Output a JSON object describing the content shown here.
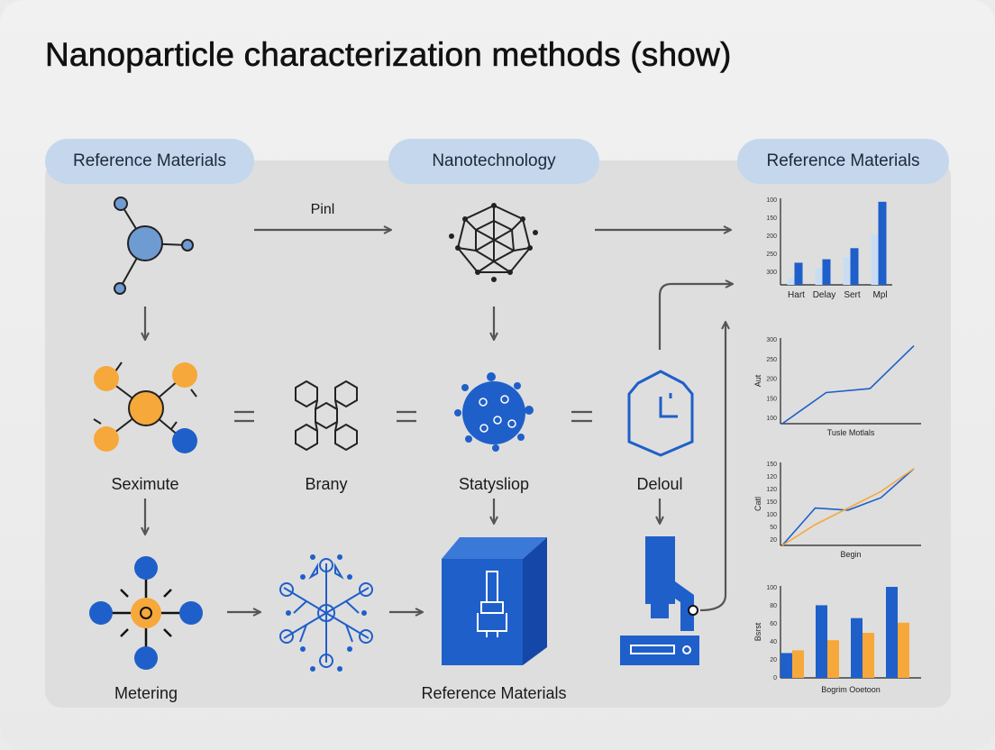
{
  "title": "Nanoparticle characterization methods (show)",
  "headers": [
    "Reference Materials",
    "Nanotechnology",
    "Reference Materials"
  ],
  "arrow_label": "Pinl",
  "labels": {
    "seximute": "Seximute",
    "brany": "Brany",
    "statysliop": "Statysliop",
    "deloul": "Deloul",
    "metering": "Metering",
    "reference_materials": "Reference Materials"
  },
  "icons": [
    "molecule-hub-icon",
    "nanoparticle-network-icon",
    "multi-atom-molecule-icon",
    "hexagon-cluster-icon",
    "porous-sphere-icon",
    "hexagon-device-icon",
    "cross-molecule-icon",
    "snowflake-network-icon",
    "instrument-box-icon",
    "microscope-icon"
  ],
  "colors": {
    "blue": "#1f5fc9",
    "orange": "#f6a83b",
    "light_blue": "#c4d7ec",
    "dark_arrow": "#555555"
  },
  "chart_data": [
    {
      "type": "bar",
      "categories": [
        "Hart",
        "Delay",
        "Sert",
        "Mpl"
      ],
      "yticks": [
        "100",
        "150",
        "200",
        "250",
        "300"
      ],
      "series": [
        {
          "values": [
            0.32,
            0.37,
            0.53,
            1.2
          ]
        },
        {
          "values": [
            0.1,
            0.25,
            0.4,
            0.73
          ]
        }
      ]
    },
    {
      "type": "line",
      "ylabel": "Aut",
      "xlabel": "Tusle Motlals",
      "yticks": [
        "300",
        "250",
        "200",
        "150",
        "100"
      ],
      "x": [
        0,
        1,
        2,
        3
      ],
      "series": [
        {
          "values": [
            100,
            180,
            190,
            300
          ]
        }
      ]
    },
    {
      "type": "line",
      "ylabel": "Catl",
      "xlabel": "Begin",
      "yticks": [
        "150",
        "120",
        "120",
        "150",
        "100",
        "50",
        "20"
      ],
      "x": [
        0,
        1,
        2,
        3,
        4
      ],
      "series": [
        {
          "values": [
            20,
            110,
            105,
            135,
            205
          ]
        },
        {
          "values": [
            20,
            70,
            110,
            150,
            205
          ]
        }
      ]
    },
    {
      "type": "bar",
      "ylabel": "Bsrst",
      "xlabel": "Bogrim Ooetoon",
      "yticks": [
        "100",
        "80",
        "60",
        "40",
        "20",
        "0"
      ],
      "categories": [
        "",
        "",
        "",
        ""
      ],
      "series": [
        {
          "values": [
            27,
            79,
            65,
            99
          ]
        },
        {
          "values": [
            30,
            41,
            49,
            60
          ]
        }
      ]
    }
  ]
}
